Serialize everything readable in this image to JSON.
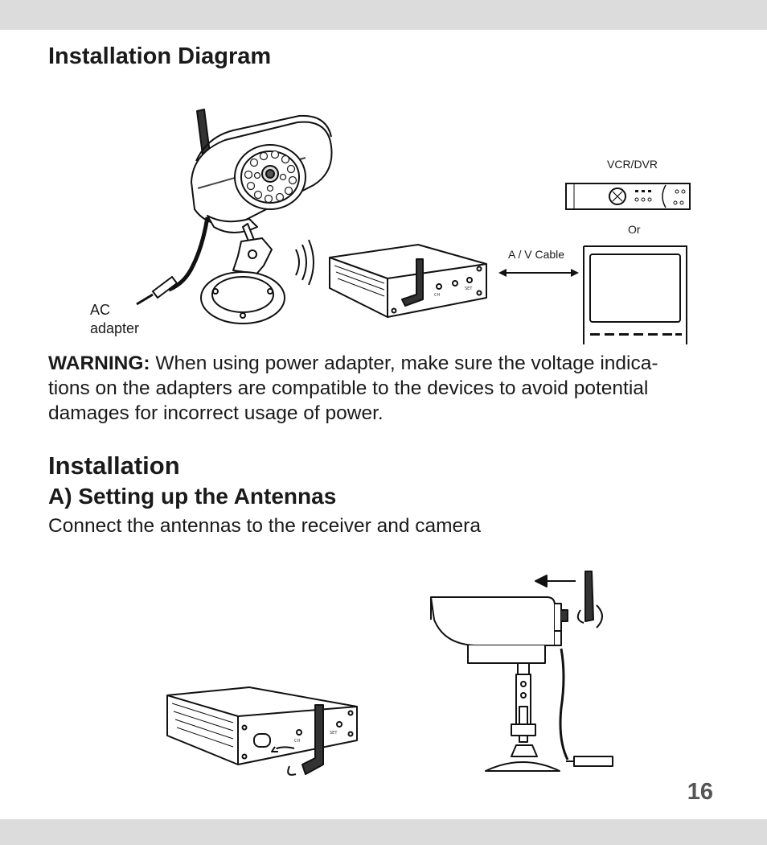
{
  "headings": {
    "installation_diagram": "Installation Diagram",
    "installation": "Installation",
    "setting_up_antennas": "A) Setting up the Antennas"
  },
  "warning": {
    "label": "WARNING:",
    "line1": " When using power adapter, make sure the voltage indica-",
    "line2": "tions on the adapters are compatible to the devices to avoid potential",
    "line3": "damages for incorrect usage of power."
  },
  "antennas_instruction": "Connect the antennas to the receiver and camera",
  "diagram_labels": {
    "ac": "AC",
    "adapter": "adapter",
    "vcr_dvr": "VCR/DVR",
    "or": "Or",
    "av_cable": "A / V Cable",
    "receiver_ch": "CH",
    "receiver_set": "SET"
  },
  "page_number": "16"
}
